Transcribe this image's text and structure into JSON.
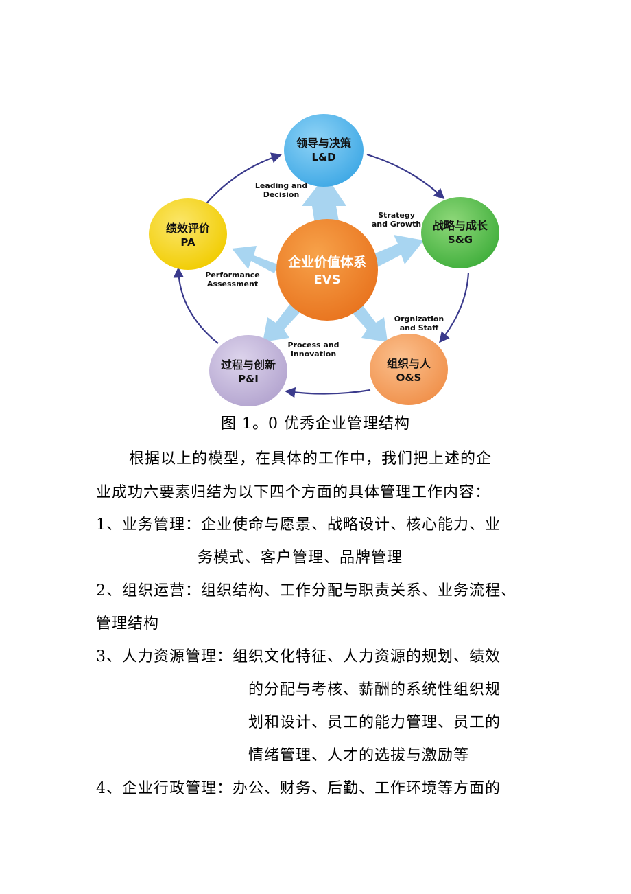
{
  "diagram": {
    "center": {
      "title": "企业价值体系",
      "abbr": "EVS"
    },
    "nodes": [
      {
        "id": "ld",
        "title": "领导与决策",
        "abbr": "L&D",
        "arrow_label_1": "Leading and",
        "arrow_label_2": "Decision"
      },
      {
        "id": "sg",
        "title": "战略与成长",
        "abbr": "S&G",
        "arrow_label_1": "Strategy",
        "arrow_label_2": "and Growth"
      },
      {
        "id": "os",
        "title": "组织与人",
        "abbr": "O&S",
        "arrow_label_1": "Orgnization",
        "arrow_label_2": "and Staff"
      },
      {
        "id": "pi",
        "title": "过程与创新",
        "abbr": "P&I",
        "arrow_label_1": "Process and",
        "arrow_label_2": "Innovation"
      },
      {
        "id": "pa",
        "title": "绩效评价",
        "abbr": "PA",
        "arrow_label_1": "Performance",
        "arrow_label_2": "Assessment"
      }
    ],
    "colors": {
      "center": "#e8731e",
      "ld": "#3ea8e5",
      "sg": "#3fae3b",
      "os": "#f0904a",
      "pi": "#b3a4cf",
      "pa": "#f1cc00",
      "cycle_arrow": "#3a3a8c",
      "radial_arrow": "#8cc8ec"
    }
  },
  "caption": "图 1。0  优秀企业管理结构",
  "body": {
    "intro_line1": "根据以上的模型，在具体的工作中，我们把上述的企",
    "intro_line2": "业成功六要素归结为以下四个方面的具体管理工作内容：",
    "item1_line1": "1、业务管理：企业使命与愿景、战略设计、核心能力、业",
    "item1_line2": "务模式、客户管理、品牌管理",
    "item2_line1": "2、组织运营：组织结构、工作分配与职责关系、业务流程、",
    "item2_line2": "管理结构",
    "item3_line1": "3、人力资源管理：组织文化特征、人力资源的规划、绩效",
    "item3_line2": "的分配与考核、薪酬的系统性组织规",
    "item3_line3": "划和设计、员工的能力管理、员工的",
    "item3_line4": "情绪管理、人才的选拔与激励等",
    "item4_line1": "4、企业行政管理：办公、财务、后勤、工作环境等方面的"
  }
}
